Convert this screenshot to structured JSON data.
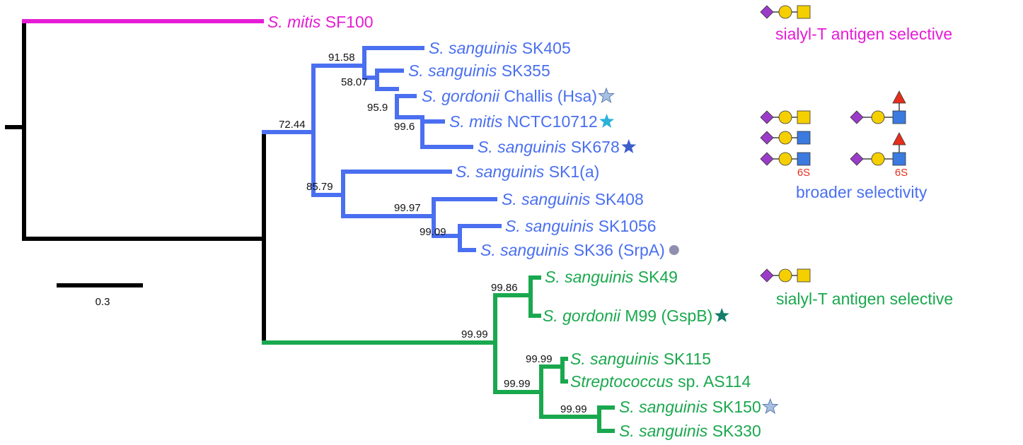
{
  "colors": {
    "root": "#000000",
    "sf100": "#e61cd5",
    "blue": "#4a6ff0",
    "green": "#1aa84e",
    "star_light": "#a7bfe0",
    "star_cyan": "#2cb1d9",
    "star_blue": "#3e5ec9",
    "star_teal": "#157d6a",
    "dot_gray": "#8f8fb0",
    "glyph_purple": "#9b3bc9",
    "glyph_yellow": "#f5cf00",
    "glyph_blue": "#3b7be0",
    "glyph_red": "#e62e1c",
    "mod_red": "#e62e1c"
  },
  "taxa": [
    {
      "id": "sf100",
      "genus": "S. mitis",
      "rest": " SF100",
      "color": "sf100",
      "marker": null
    },
    {
      "id": "sk405",
      "genus": "S. sanguinis",
      "rest": " SK405",
      "color": "blue",
      "marker": null
    },
    {
      "id": "sk355",
      "genus": "S. sanguinis",
      "rest": " SK355",
      "color": "blue",
      "marker": null
    },
    {
      "id": "challis",
      "genus": "S. gordonii",
      "rest": " Challis (Hsa)",
      "color": "blue",
      "marker": "star_light"
    },
    {
      "id": "nctc",
      "genus": "S. mitis",
      "rest": " NCTC10712",
      "color": "blue",
      "marker": "star_cyan"
    },
    {
      "id": "sk678",
      "genus": "S. sanguinis",
      "rest": " SK678",
      "color": "blue",
      "marker": "star_blue"
    },
    {
      "id": "sk1",
      "genus": "S. sanguinis",
      "rest": " SK1(a)",
      "color": "blue",
      "marker": null
    },
    {
      "id": "sk408",
      "genus": "S. sanguinis",
      "rest": " SK408",
      "color": "blue",
      "marker": null
    },
    {
      "id": "sk1056",
      "genus": "S. sanguinis",
      "rest": " SK1056",
      "color": "blue",
      "marker": null
    },
    {
      "id": "sk36",
      "genus": "S. sanguinis",
      "rest": " SK36 (SrpA)",
      "color": "blue",
      "marker": "dot_gray"
    },
    {
      "id": "sk49",
      "genus": "S. sanguinis",
      "rest": " SK49",
      "color": "green",
      "marker": null
    },
    {
      "id": "m99",
      "genus": "S. gordonii",
      "rest": " M99 (GspB)",
      "color": "green",
      "marker": "star_teal"
    },
    {
      "id": "sk115",
      "genus": "S. sanguinis",
      "rest": " SK115",
      "color": "green",
      "marker": null
    },
    {
      "id": "as114",
      "genus": "Streptococcus",
      "rest": " sp. AS114",
      "color": "green",
      "marker": null
    },
    {
      "id": "sk150",
      "genus": "S. sanguinis",
      "rest": " SK150",
      "color": "green",
      "marker": "star_light"
    },
    {
      "id": "sk330",
      "genus": "S. sanguinis",
      "rest": " SK330",
      "color": "green",
      "marker": null
    }
  ],
  "bootstrap": [
    {
      "id": "b1",
      "value": "91.58"
    },
    {
      "id": "b2",
      "value": "58.07"
    },
    {
      "id": "b3",
      "value": "95.9"
    },
    {
      "id": "b4",
      "value": "99.6"
    },
    {
      "id": "b5",
      "value": "72.44"
    },
    {
      "id": "b6",
      "value": "85.79"
    },
    {
      "id": "b7",
      "value": "99.97"
    },
    {
      "id": "b8",
      "value": "99.09"
    },
    {
      "id": "b9",
      "value": "99.86"
    },
    {
      "id": "b10",
      "value": "99.99"
    },
    {
      "id": "b11",
      "value": "99.99"
    },
    {
      "id": "b12",
      "value": "99.99"
    },
    {
      "id": "b13",
      "value": "99.99"
    }
  ],
  "scale_bar": {
    "label": "0.3"
  },
  "groups": [
    {
      "id": "top",
      "label": "sialyl-T antigen selective",
      "color": "sf100"
    },
    {
      "id": "mid",
      "label": "broader selectivity",
      "color": "blue"
    },
    {
      "id": "bottom",
      "label": "sialyl-T antigen selective",
      "color": "green"
    }
  ],
  "sulfation_label": "6S"
}
